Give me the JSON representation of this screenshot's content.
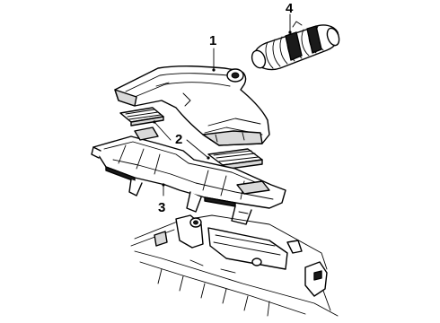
{
  "diagram": {
    "callouts": [
      {
        "label": "1",
        "part": "air-duct"
      },
      {
        "label": "2",
        "part": "air-filters"
      },
      {
        "label": "3",
        "part": "air-cleaner-housing"
      },
      {
        "label": "4",
        "part": "intake-hose"
      }
    ]
  }
}
